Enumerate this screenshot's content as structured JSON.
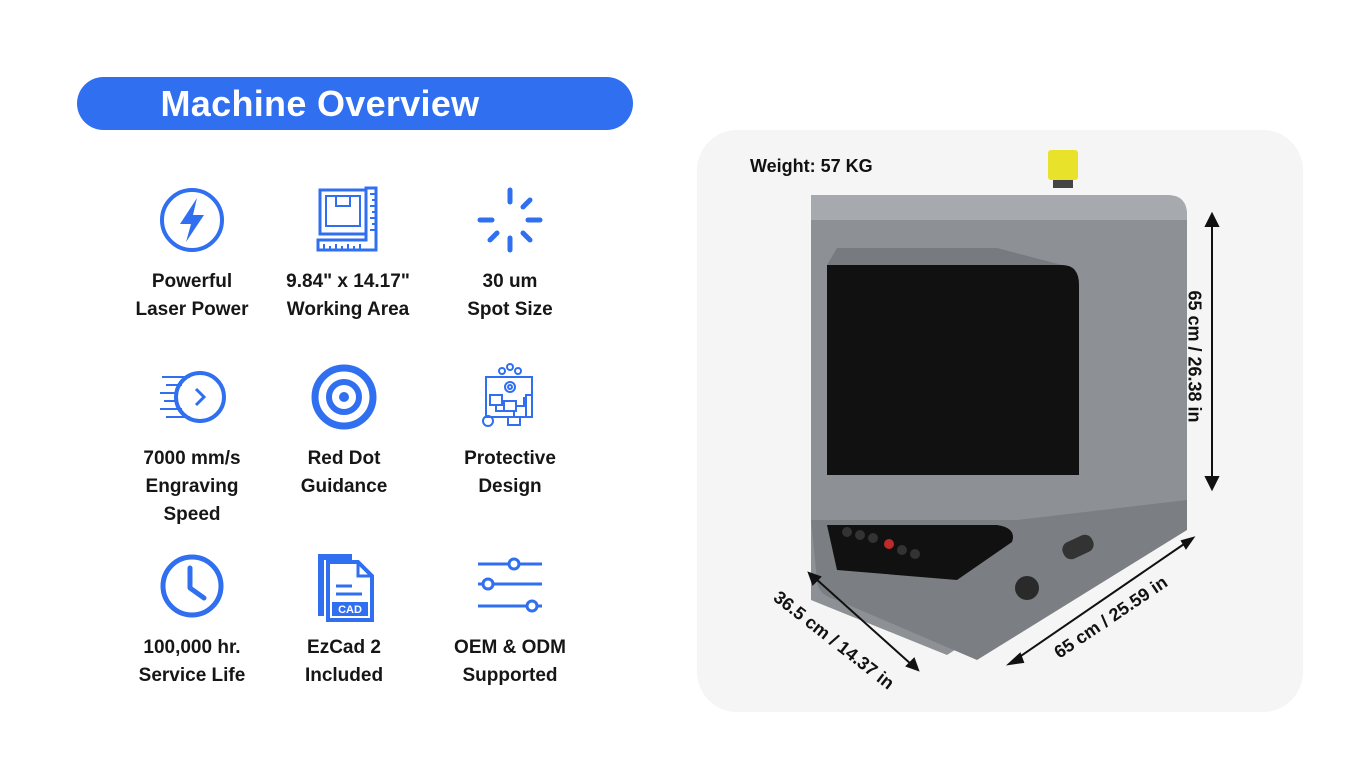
{
  "header": {
    "title": "Machine Overview"
  },
  "features": [
    {
      "icon": "lightning-bolt-icon",
      "label": "Powerful\nLaser Power"
    },
    {
      "icon": "ruler-box-icon",
      "label": "9.84\" x 14.17\"\nWorking Area"
    },
    {
      "icon": "loading-spinner-icon",
      "label": "30 um\nSpot Size"
    },
    {
      "icon": "speed-clock-icon",
      "label": "7000 mm/s\nEngraving\nSpeed"
    },
    {
      "icon": "target-icon",
      "label": "Red Dot\nGuidance"
    },
    {
      "icon": "workflow-gear-icon",
      "label": "Protective\nDesign"
    },
    {
      "icon": "clock-icon",
      "label": "100,000 hr.\nService Life"
    },
    {
      "icon": "cad-file-icon",
      "label": "EzCad 2\nIncluded",
      "badge": "CAD"
    },
    {
      "icon": "sliders-icon",
      "label": "OEM & ODM\nSupported"
    }
  ],
  "machine": {
    "weight": "Weight: 57 KG",
    "height_label": "65 cm / 26.38 in",
    "depth_label": "36.5 cm / 14.37 in",
    "width_label": "65 cm / 25.59 in"
  },
  "colors": {
    "accent": "#2f6ff0",
    "text": "#161616",
    "panel": "#f5f5f5"
  }
}
